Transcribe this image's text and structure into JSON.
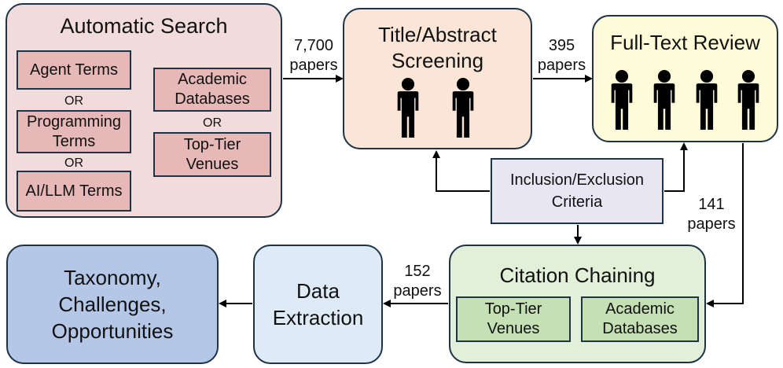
{
  "auto_search": {
    "title": "Automatic Search",
    "left_terms": [
      "Agent Terms",
      "Programming Terms",
      "AI/LLM Terms"
    ],
    "right_terms": [
      "Academic Databases",
      "Top-Tier Venues"
    ],
    "or_label": "OR"
  },
  "screening": {
    "title": "Title/Abstract Screening",
    "reviewers": 2
  },
  "fulltext": {
    "title": "Full-Text Review",
    "reviewers": 4
  },
  "criteria": {
    "label": "Inclusion/Exclusion Criteria"
  },
  "citation": {
    "title": "Citation Chaining",
    "items": [
      "Top-Tier Venues",
      "Academic Databases"
    ]
  },
  "extraction": {
    "title": "Data Extraction"
  },
  "taxonomy": {
    "title": "Taxonomy, Challenges, Opportunities"
  },
  "flows": {
    "search_to_screening": "7,700 papers",
    "screening_to_fulltext": "395 papers",
    "fulltext_to_citation": "141 papers",
    "citation_to_extraction": "152 papers"
  },
  "colors": {
    "auto_search_fill": "#f2dcdb",
    "term_fill": "#e6b9b8",
    "screening_fill": "#fbe5d6",
    "fulltext_fill": "#fdfbd8",
    "criteria_fill": "#e7e6f2",
    "citation_fill": "#e2efd9",
    "citation_item_fill": "#c5e0b4",
    "extraction_fill": "#deebf7",
    "taxonomy_fill": "#b4c7e7",
    "stroke": "#1e3346"
  }
}
